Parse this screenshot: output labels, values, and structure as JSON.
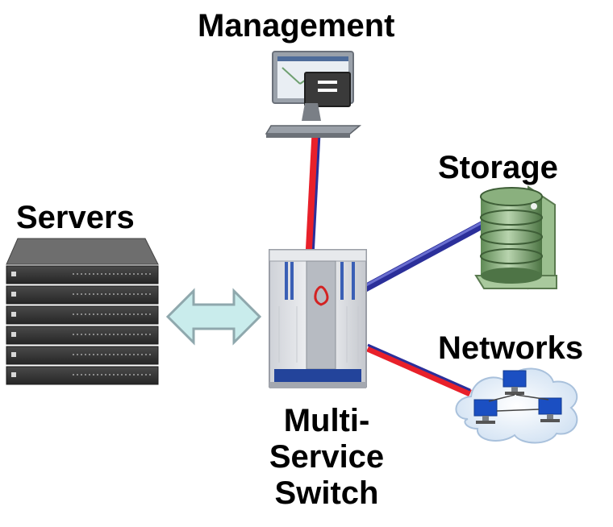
{
  "labels": {
    "management": "Management",
    "storage": "Storage",
    "servers": "Servers",
    "networks": "Networks",
    "switch_line1": "Multi-",
    "switch_line2": "Service",
    "switch_line3": "Switch"
  },
  "colors": {
    "link_red": "#e8202a",
    "link_blue": "#2b2f9a",
    "arrow_fill": "#c9ecec",
    "arrow_stroke": "#8fa8ad",
    "storage_green": "#6f9a62",
    "server_dark": "#3c3c3c"
  }
}
